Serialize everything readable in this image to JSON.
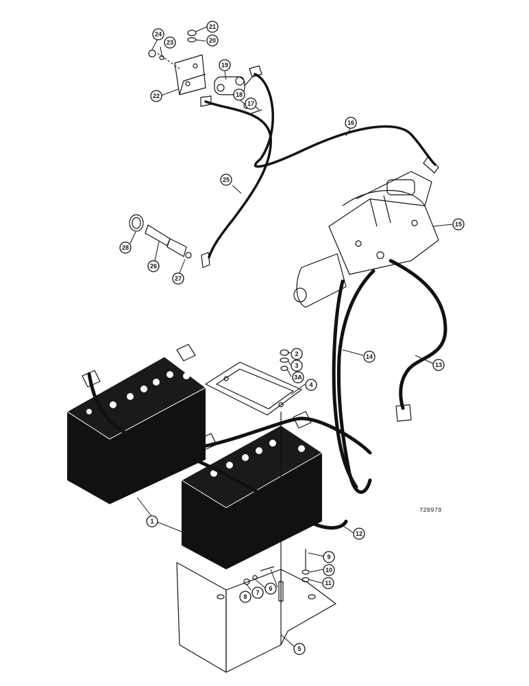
{
  "drawing_number": "720979",
  "callouts": [
    {
      "id": "c24",
      "label": "24"
    },
    {
      "id": "c23",
      "label": "23"
    },
    {
      "id": "c21",
      "label": "21"
    },
    {
      "id": "c20",
      "label": "20"
    },
    {
      "id": "c19",
      "label": "19"
    },
    {
      "id": "c22",
      "label": "22"
    },
    {
      "id": "c18",
      "label": "18"
    },
    {
      "id": "c17",
      "label": "17"
    },
    {
      "id": "c16",
      "label": "16"
    },
    {
      "id": "c25",
      "label": "25"
    },
    {
      "id": "c15",
      "label": "15"
    },
    {
      "id": "c28",
      "label": "28"
    },
    {
      "id": "c26",
      "label": "26"
    },
    {
      "id": "c27",
      "label": "27"
    },
    {
      "id": "c14",
      "label": "14"
    },
    {
      "id": "c13",
      "label": "13"
    },
    {
      "id": "c2",
      "label": "2"
    },
    {
      "id": "c3",
      "label": "3"
    },
    {
      "id": "c3A",
      "label": "3A"
    },
    {
      "id": "c4",
      "label": "4"
    },
    {
      "id": "c1",
      "label": "1"
    },
    {
      "id": "c12",
      "label": "12"
    },
    {
      "id": "c9",
      "label": "9"
    },
    {
      "id": "c10",
      "label": "10"
    },
    {
      "id": "c11",
      "label": "11"
    },
    {
      "id": "c8",
      "label": "8"
    },
    {
      "id": "c7",
      "label": "7"
    },
    {
      "id": "c6",
      "label": "6"
    },
    {
      "id": "c5",
      "label": "5"
    }
  ]
}
